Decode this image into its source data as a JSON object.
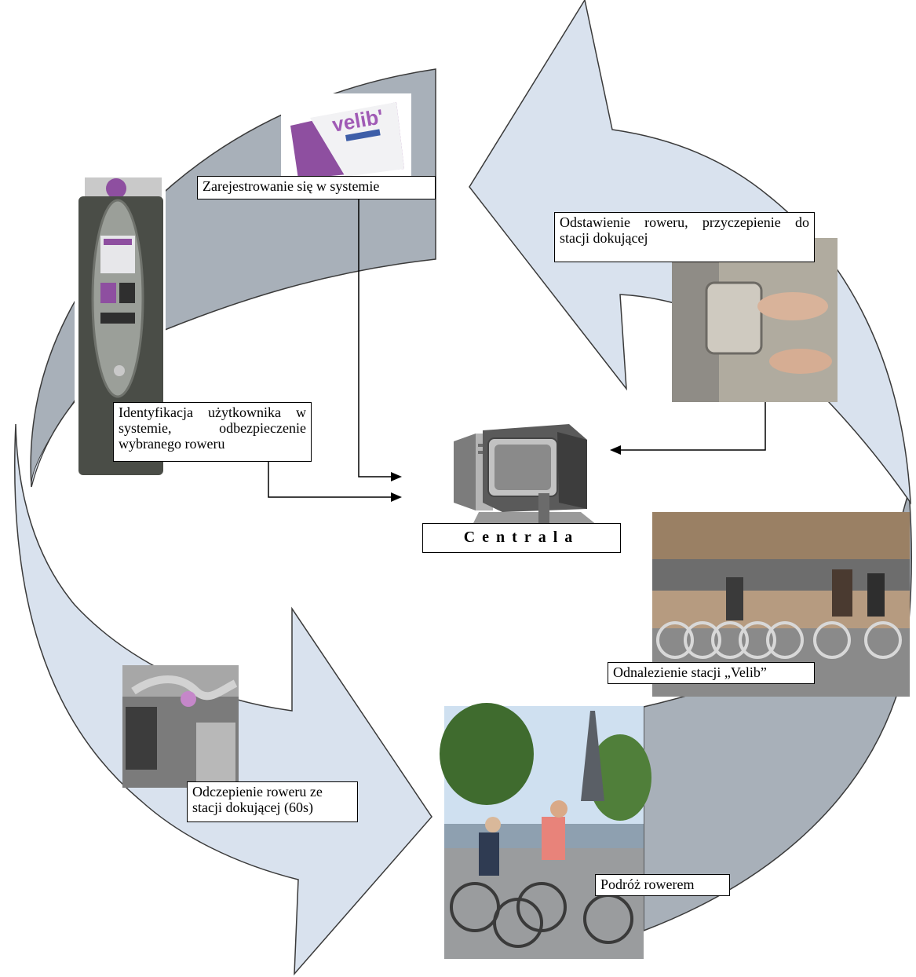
{
  "colors": {
    "arrow_fill": "#d9e2ee",
    "arrow_dark": "#a8b0b9",
    "arrow_stroke": "#3a3a3a",
    "kiosk_body": "#4a4d47",
    "card_purple": "#8e4fa0"
  },
  "card_brand": "velib'",
  "steps": {
    "register": "Zarejestrowanie się w systemie",
    "identify": "Identyfikacja użytkownika w systemie, odbezpieczenie wybranego roweru",
    "undock": "Odczepienie roweru ze stacji dokującej (60s)",
    "ride": "Podróż rowerem",
    "find_station": "Odnalezienie stacji „Velib”",
    "dock": "Odstawienie roweru, przyczepienie do stacji dokującej"
  },
  "center": {
    "label": "Centrala",
    "icon": "computer-icon"
  },
  "photos": [
    {
      "name": "card-photo",
      "icon": "velib-card-icon"
    },
    {
      "name": "kiosk-photo",
      "icon": "kiosk-terminal-icon"
    },
    {
      "name": "undock-photo",
      "icon": "bike-handlebar-icon"
    },
    {
      "name": "ride-photo",
      "icon": "cyclists-icon"
    },
    {
      "name": "station-photo",
      "icon": "bike-station-icon"
    },
    {
      "name": "dock-photo",
      "icon": "dock-lock-icon"
    }
  ]
}
